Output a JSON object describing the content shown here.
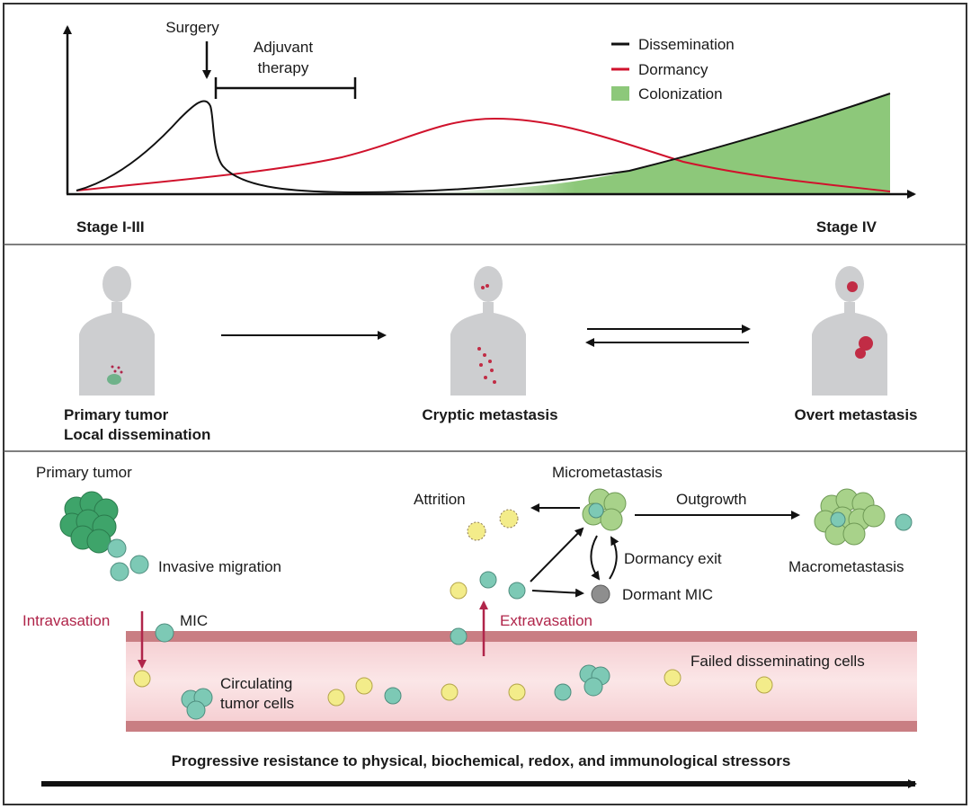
{
  "panel_timeline": {
    "surgery": "Surgery",
    "adjuvant_line1": "Adjuvant",
    "adjuvant_line2": "therapy",
    "x_start": "Stage I-III",
    "x_end": "Stage IV",
    "legend": {
      "dissemination": "Dissemination",
      "dormancy": "Dormancy",
      "colonization": "Colonization"
    },
    "colors": {
      "dissemination": "#111111",
      "dormancy": "#d0122c",
      "colonization": "#8dc87a"
    }
  },
  "panel_stages": {
    "primary_line1": "Primary tumor",
    "primary_line2": "Local dissemination",
    "cryptic": "Cryptic metastasis",
    "overt": "Overt metastasis"
  },
  "panel_cascade": {
    "primary_tumor": "Primary tumor",
    "invasive_migration": "Invasive migration",
    "intravasation": "Intravasation",
    "mic": "MIC",
    "circulating_line1": "Circulating",
    "circulating_line2": "tumor cells",
    "extravasation": "Extravasation",
    "attrition": "Attrition",
    "micrometastasis": "Micrometastasis",
    "outgrowth": "Outgrowth",
    "dormancy_exit": "Dormancy exit",
    "dormant_mic": "Dormant MIC",
    "macrometastasis": "Macrometastasis",
    "failed_cells": "Failed disseminating cells",
    "bottom_caption": "Progressive resistance to physical, biochemical, redox, and immunological stressors"
  }
}
